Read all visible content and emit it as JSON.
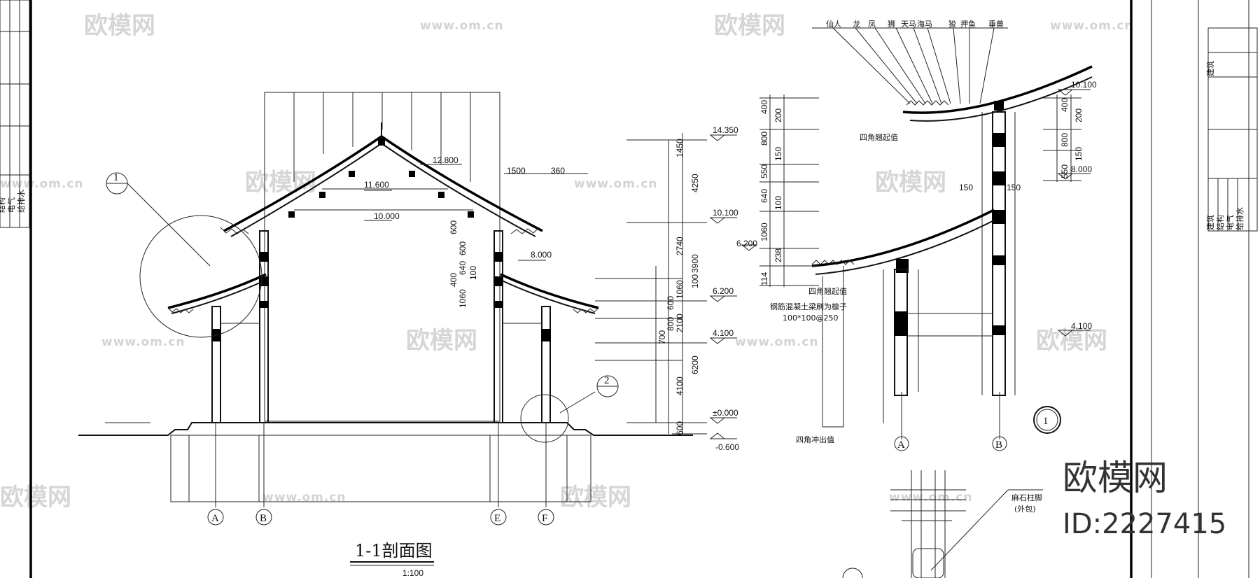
{
  "watermark": {
    "logo_text": "欧模网",
    "url": "www.om.cn"
  },
  "brand": {
    "name": "欧模网",
    "id_label": "ID:2227415"
  },
  "main_section": {
    "title": "1-1剖面图",
    "scale": "1:100",
    "detail_callouts": [
      "1",
      "2"
    ],
    "axes": [
      "A",
      "B",
      "E",
      "F"
    ],
    "level_marks": [
      "14.350",
      "10.100",
      "6.200",
      "4.100",
      "±0.000",
      "-0.600"
    ],
    "inner_levels": [
      "12.800",
      "11.600",
      "10.000",
      "8.000",
      "6.200"
    ],
    "top_dims": [
      "1500",
      "360"
    ],
    "vertical_dims_outer": [
      "1450",
      "4250",
      "2740",
      "3900",
      "1060",
      "2100",
      "6200",
      "4100",
      "600",
      "100"
    ],
    "vertical_dims_inner": [
      "600",
      "600",
      "640",
      "100",
      "400",
      "1060",
      "700",
      "800",
      "600"
    ]
  },
  "detail_1": {
    "callout": "1",
    "axes": [
      "A",
      "B"
    ],
    "ridge_ornaments": [
      "仙人",
      "龙",
      "凤",
      "狮",
      "天马",
      "海马",
      "",
      "",
      "",
      ""
    ],
    "ornament_labels": [
      "仙人",
      "龙",
      "凤",
      "狮",
      "天马",
      "海马",
      "狻",
      "押鱼",
      "垂兽"
    ],
    "notes": [
      "四角翘起值",
      "四角翘起值",
      "钢筋混凝土梁刷为檩子",
      "100*100@250",
      "四角冲出值"
    ],
    "levels": [
      "10.100",
      "8.000",
      "4.100"
    ],
    "left_dims": [
      "400",
      "200",
      "800",
      "150",
      "550",
      "640",
      "100",
      "1060",
      "238",
      "114"
    ],
    "right_dims": [
      "400",
      "200",
      "800",
      "150",
      "550"
    ],
    "mid_dims": [
      "150",
      "150"
    ]
  },
  "detail_2": {
    "label": "麻石柱脚",
    "sub_label": "(外包)"
  },
  "title_block": {
    "left_cells": [
      "结构",
      "电气",
      "给排水"
    ],
    "right_top_cell": "建筑",
    "right_cells": [
      "建筑",
      "结构",
      "电气",
      "给排水"
    ]
  }
}
